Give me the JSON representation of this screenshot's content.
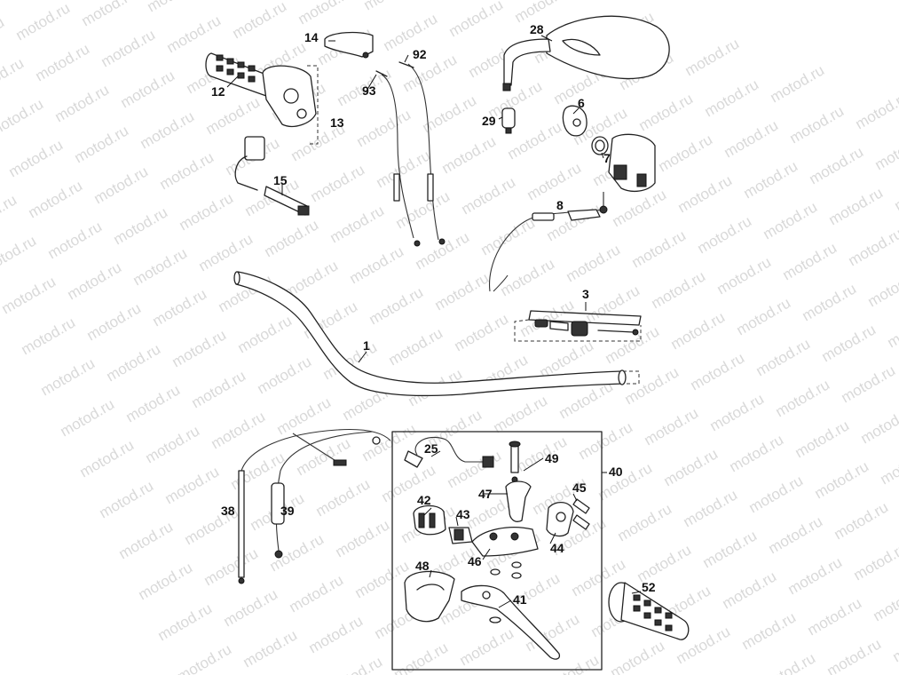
{
  "watermark": {
    "text": "motod.ru"
  },
  "callouts": {
    "c1": "1",
    "c3": "3",
    "c6": "6",
    "c7": "7",
    "c8": "8",
    "c12": "12",
    "c13": "13",
    "c14": "14",
    "c15": "15",
    "c25": "25",
    "c28": "28",
    "c29": "29",
    "c38": "38",
    "c39": "39",
    "c40": "40",
    "c41": "41",
    "c42": "42",
    "c43": "43",
    "c44": "44",
    "c45": "45",
    "c46": "46",
    "c47": "47",
    "c48": "48",
    "c49": "49",
    "c52": "52",
    "c92": "92",
    "c93": "93"
  }
}
